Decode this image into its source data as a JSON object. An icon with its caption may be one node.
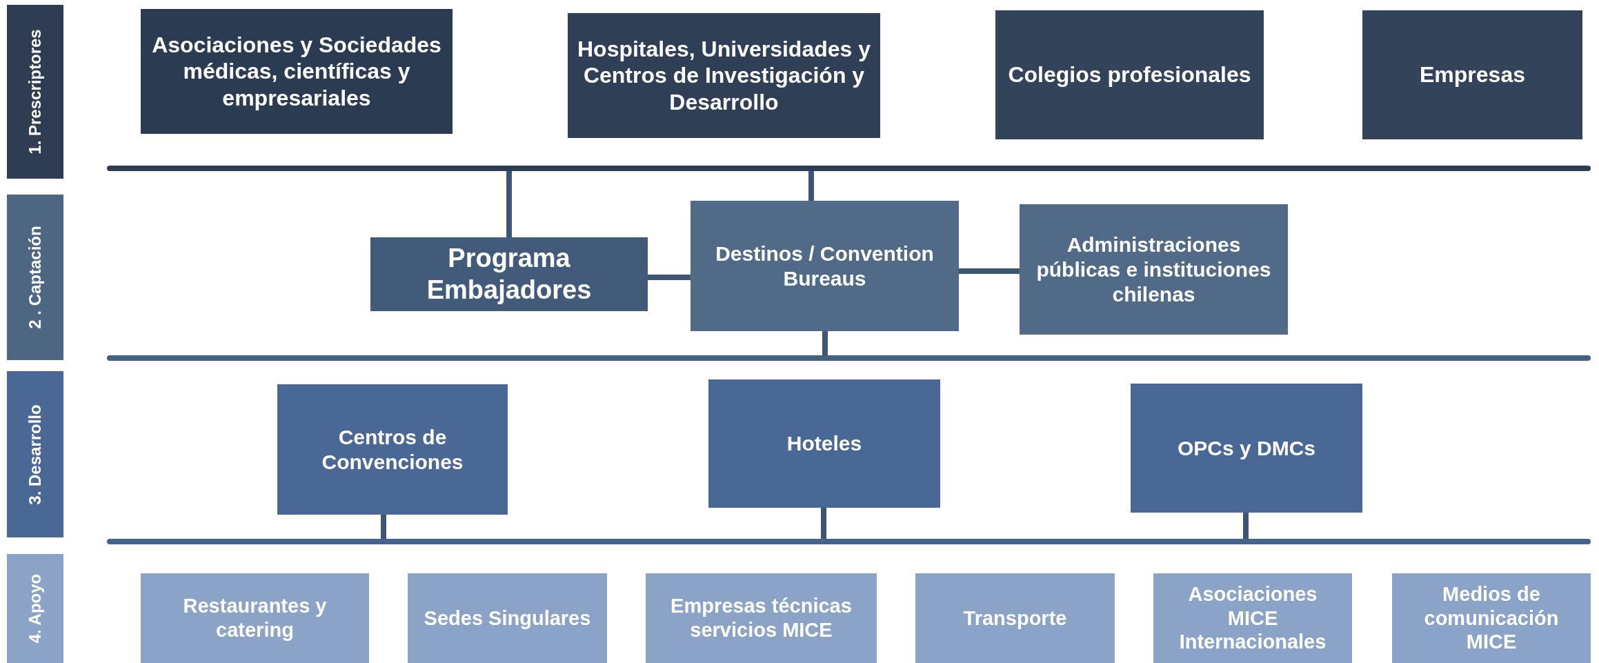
{
  "diagram": {
    "nodes": [
      {
        "text": [
          "1. Prescriptores"
        ]
      },
      {
        "text": [
          "Asociaciones y Sociedades médicas, científicas y empresariales"
        ]
      },
      {
        "text": [
          "Hospitales, Universidades y Centros de Investigación y Desarrollo"
        ]
      },
      {
        "text": [
          "Colegios profesionales"
        ]
      },
      {
        "text": [
          "Empresas"
        ]
      },
      {
        "text": [],
        "shape": "bar"
      },
      {
        "text": [
          "2 . Captación"
        ]
      },
      {
        "text": [
          "Programa Embajadores"
        ]
      },
      {
        "text": [
          "Destinos / Convention Bureaus"
        ]
      },
      {
        "text": [
          "Administraciones públicas e instituciones chilenas"
        ]
      },
      {
        "text": [],
        "shape": "bar"
      },
      {
        "text": [
          "3. Desarrollo"
        ]
      },
      {
        "text": [
          "Centros de Convenciones"
        ]
      },
      {
        "text": [
          "Hoteles"
        ]
      },
      {
        "text": [
          "OPCs y DMCs"
        ]
      },
      {
        "text": [],
        "shape": "bar"
      },
      {
        "text": [
          "4. Apoyo"
        ]
      },
      {
        "text": [
          "Restaurantes y catering"
        ]
      },
      {
        "text": [
          "Sedes Singulares"
        ]
      },
      {
        "text": [
          "Empresas técnicas servicios MICE"
        ]
      },
      {
        "text": [
          "Transporte"
        ]
      },
      {
        "text": [
          "Asociaciones MICE Internacionales"
        ]
      },
      {
        "text": [
          "Medios de comunicación MICE"
        ]
      }
    ],
    "edges": [
      {
        "from": 5,
        "to": 7,
        "arrow": "none"
      },
      {
        "from": 5,
        "to": 8,
        "arrow": "none"
      },
      {
        "from": 7,
        "to": 8,
        "arrow": "none"
      },
      {
        "from": 8,
        "to": 9,
        "arrow": "none"
      },
      {
        "from": 8,
        "to": 10,
        "arrow": "none"
      },
      {
        "from": 12,
        "to": 15,
        "arrow": "none"
      },
      {
        "from": 13,
        "to": 15,
        "arrow": "none"
      },
      {
        "from": 14,
        "to": 15,
        "arrow": "none"
      }
    ]
  }
}
